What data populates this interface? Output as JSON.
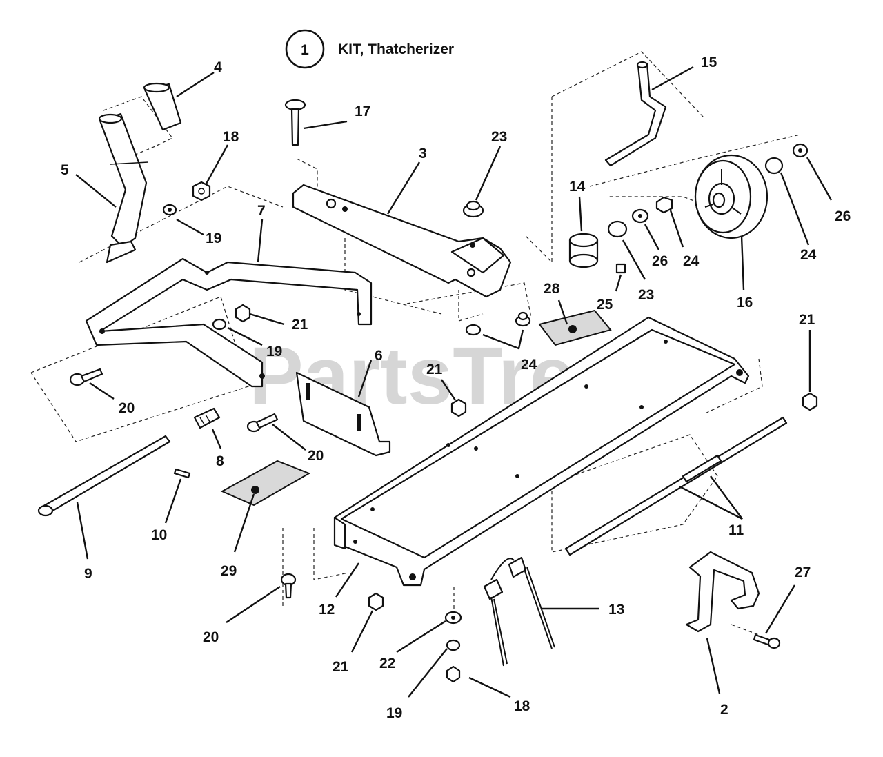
{
  "kit": {
    "number": "1",
    "title": "KIT, Thatcherizer"
  },
  "watermark": "PartsTree",
  "callouts": {
    "c2": "2",
    "c3": "3",
    "c4": "4",
    "c5": "5",
    "c6": "6",
    "c7": "7",
    "c8": "8",
    "c9": "9",
    "c10": "10",
    "c11": "11",
    "c12": "12",
    "c13": "13",
    "c14": "14",
    "c15": "15",
    "c16": "16",
    "c17": "17",
    "c18a": "18",
    "c18b": "18",
    "c19a": "19",
    "c19b": "19",
    "c19c": "19",
    "c20a": "20",
    "c20b": "20",
    "c20c": "20",
    "c21a": "21",
    "c21b": "21",
    "c21c": "21",
    "c21d": "21",
    "c22": "22",
    "c23a": "23",
    "c23b": "23",
    "c24a": "24",
    "c24b": "24",
    "c24c": "24",
    "c25": "25",
    "c26a": "26",
    "c26b": "26",
    "c27": "27",
    "c28": "28",
    "c29": "29"
  }
}
